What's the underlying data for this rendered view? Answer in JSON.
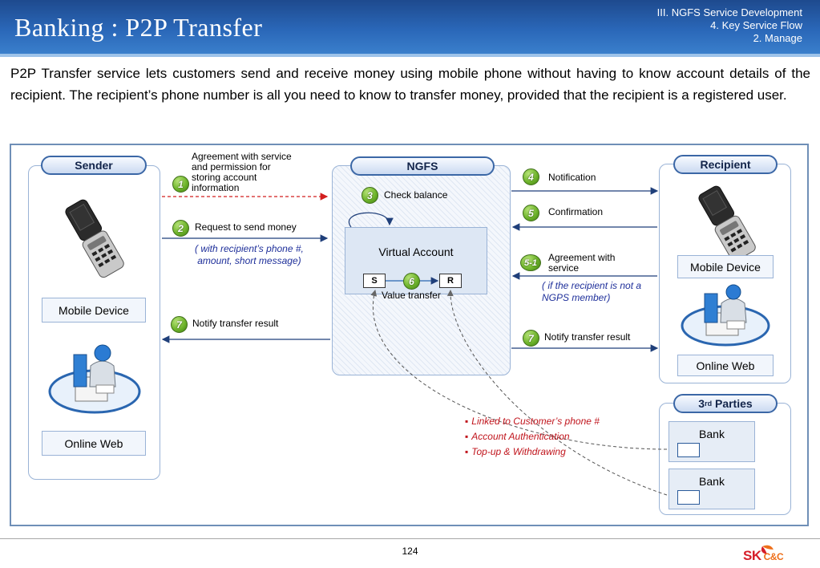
{
  "header": {
    "title": "Banking : P2P Transfer",
    "breadcrumb": [
      "III. NGFS Service Development",
      "4. Key Service Flow",
      "2. Manage"
    ]
  },
  "intro": "P2P Transfer service lets customers send and receive money using mobile phone without having to know account details of the recipient. The recipient’s phone number is all you need to know to transfer money, provided that the recipient is a registered user.",
  "sender": {
    "title": "Sender",
    "mobile_label": "Mobile Device",
    "web_label": "Online Web"
  },
  "ngfs": {
    "title": "NGFS",
    "virtual_account": "Virtual Account",
    "s_label": "S",
    "r_label": "R",
    "value_transfer": "Value transfer"
  },
  "recipient": {
    "title": "Recipient",
    "mobile_label": "Mobile Device",
    "web_label": "Online Web"
  },
  "third_parties": {
    "title_main": "3",
    "title_sup": "rd",
    "title_rest": " Parties",
    "banks": [
      "Bank",
      "Bank"
    ],
    "notes": [
      "Linked to Customer’s phone #",
      "Account Authentication",
      "Top-up & Withdrawing"
    ]
  },
  "steps": {
    "s1": {
      "num": "1",
      "lines": [
        "Agreement with service",
        "and permission for",
        "storing account",
        "information"
      ]
    },
    "s2": {
      "num": "2",
      "label": "Request to send money",
      "note": [
        "( with recipient’s phone #,",
        "amount, short message)"
      ]
    },
    "s3": {
      "num": "3",
      "label": "Check balance"
    },
    "s4": {
      "num": "4",
      "label": "Notification"
    },
    "s5": {
      "num": "5",
      "label": "Confirmation"
    },
    "s51": {
      "num": "5-1",
      "lines": [
        "Agreement with",
        "service"
      ],
      "note": [
        "( if the recipient is not a",
        "NGPS member)"
      ]
    },
    "s6": {
      "num": "6"
    },
    "s7a": {
      "num": "7",
      "label": "Notify transfer result"
    },
    "s7b": {
      "num": "7",
      "label": "Notify transfer result"
    }
  },
  "footer": {
    "page": "124",
    "logo_main": "SK",
    "logo_sub": "C&C"
  },
  "colors": {
    "header_blue": "#2a67b8",
    "step_green": "#6fb52c",
    "note_blue": "#1e2f9a",
    "note_red": "#c0141c",
    "arrow": "#1f3f7a",
    "dashed_red": "#d21e1e"
  },
  "icons": {
    "phone": "flip-phone-icon",
    "web": "computer-user-icon",
    "bank": "bank-card-icon",
    "logo": "sk-cc-logo"
  }
}
